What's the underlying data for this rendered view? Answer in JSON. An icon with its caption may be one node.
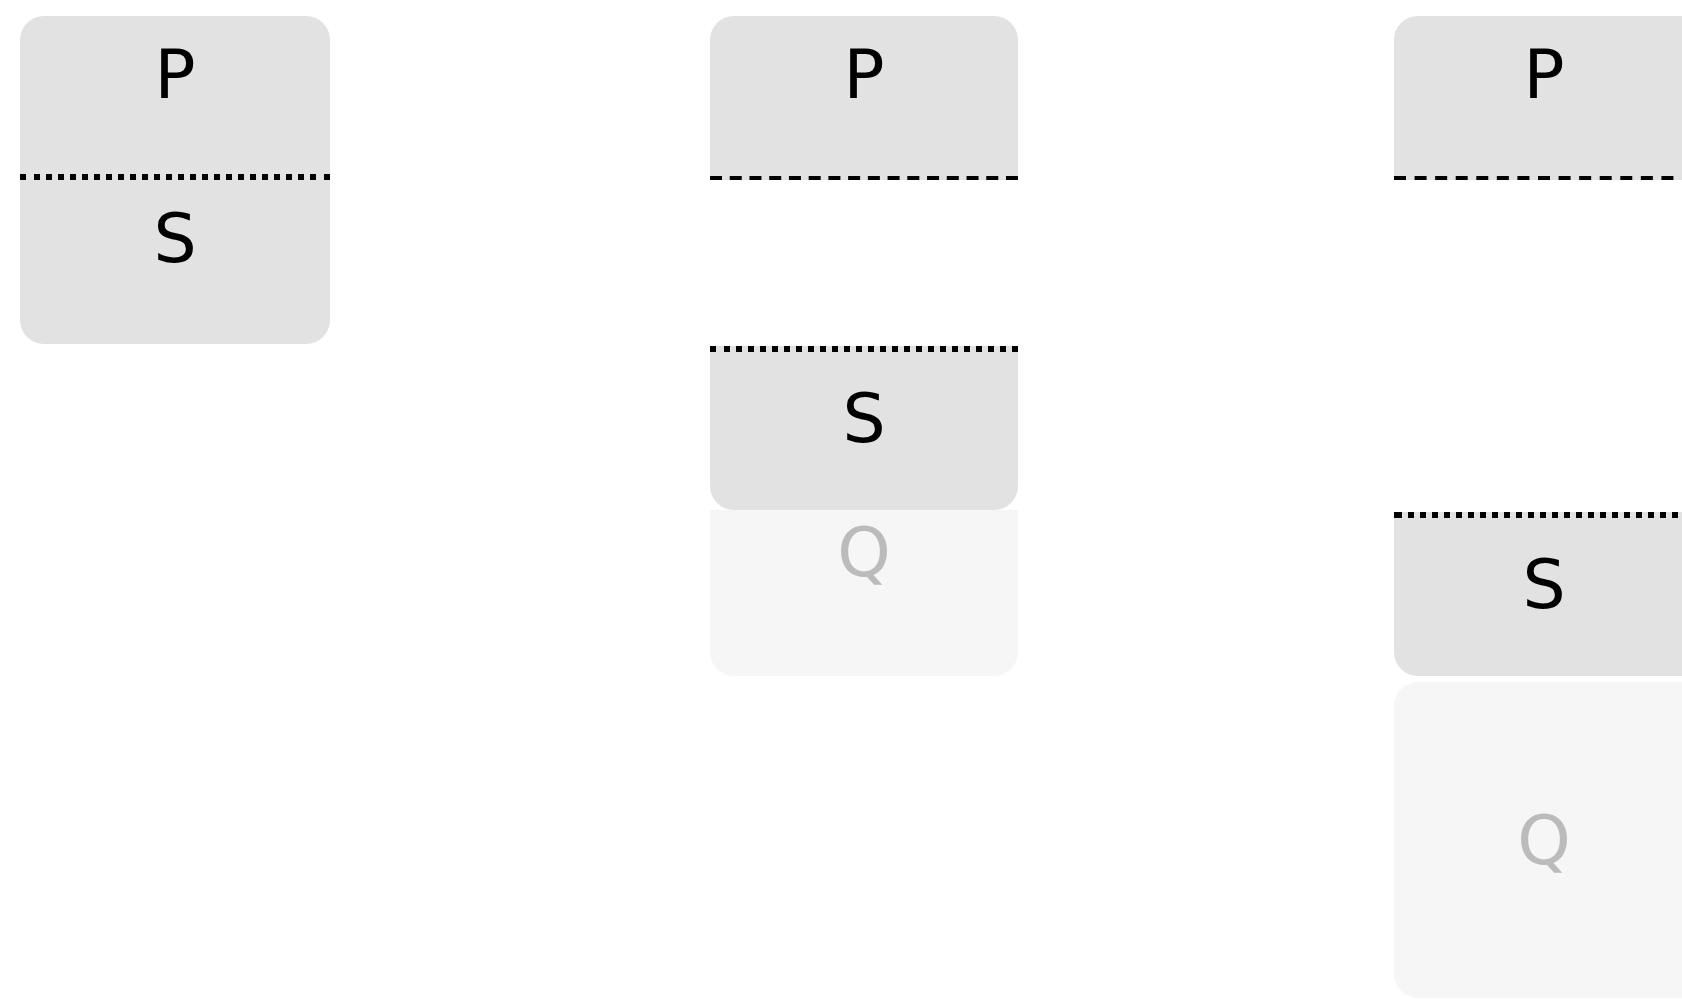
{
  "diagram": {
    "nodes": [
      {
        "text": [
          "P"
        ]
      },
      {
        "text": [
          "S"
        ]
      },
      {
        "text": [
          "P"
        ]
      },
      {
        "text": [
          "S"
        ]
      },
      {
        "text": [
          "Q"
        ]
      },
      {
        "text": [
          "P"
        ]
      },
      {
        "text": [
          "S"
        ]
      },
      {
        "text": [
          "Q"
        ]
      }
    ]
  }
}
